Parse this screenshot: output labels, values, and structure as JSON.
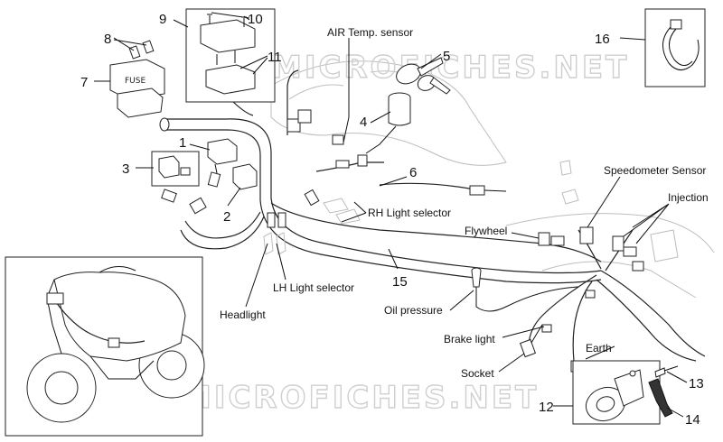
{
  "watermark": "MICROFICHES.NET",
  "labels": {
    "air_temp_sensor": "AIR Temp. sensor",
    "speedometer_sensor": "Speedometer Sensor",
    "injection": "Injection",
    "rh_light_selector": "RH Light selector",
    "flywheel": "Flywheel",
    "lh_light_selector": "LH Light selector",
    "headlight": "Headlight",
    "oil_pressure": "Oil pressure",
    "brake_light": "Brake light",
    "earth": "Earth",
    "socket": "Socket"
  },
  "callouts": {
    "n1": "1",
    "n2": "2",
    "n3": "3",
    "n4": "4",
    "n5": "5",
    "n6": "6",
    "n7": "7",
    "n8": "8",
    "n9": "9",
    "n10": "10",
    "n11": "11",
    "n12": "12",
    "n13": "13",
    "n14": "14",
    "n15": "15",
    "n16": "16"
  }
}
